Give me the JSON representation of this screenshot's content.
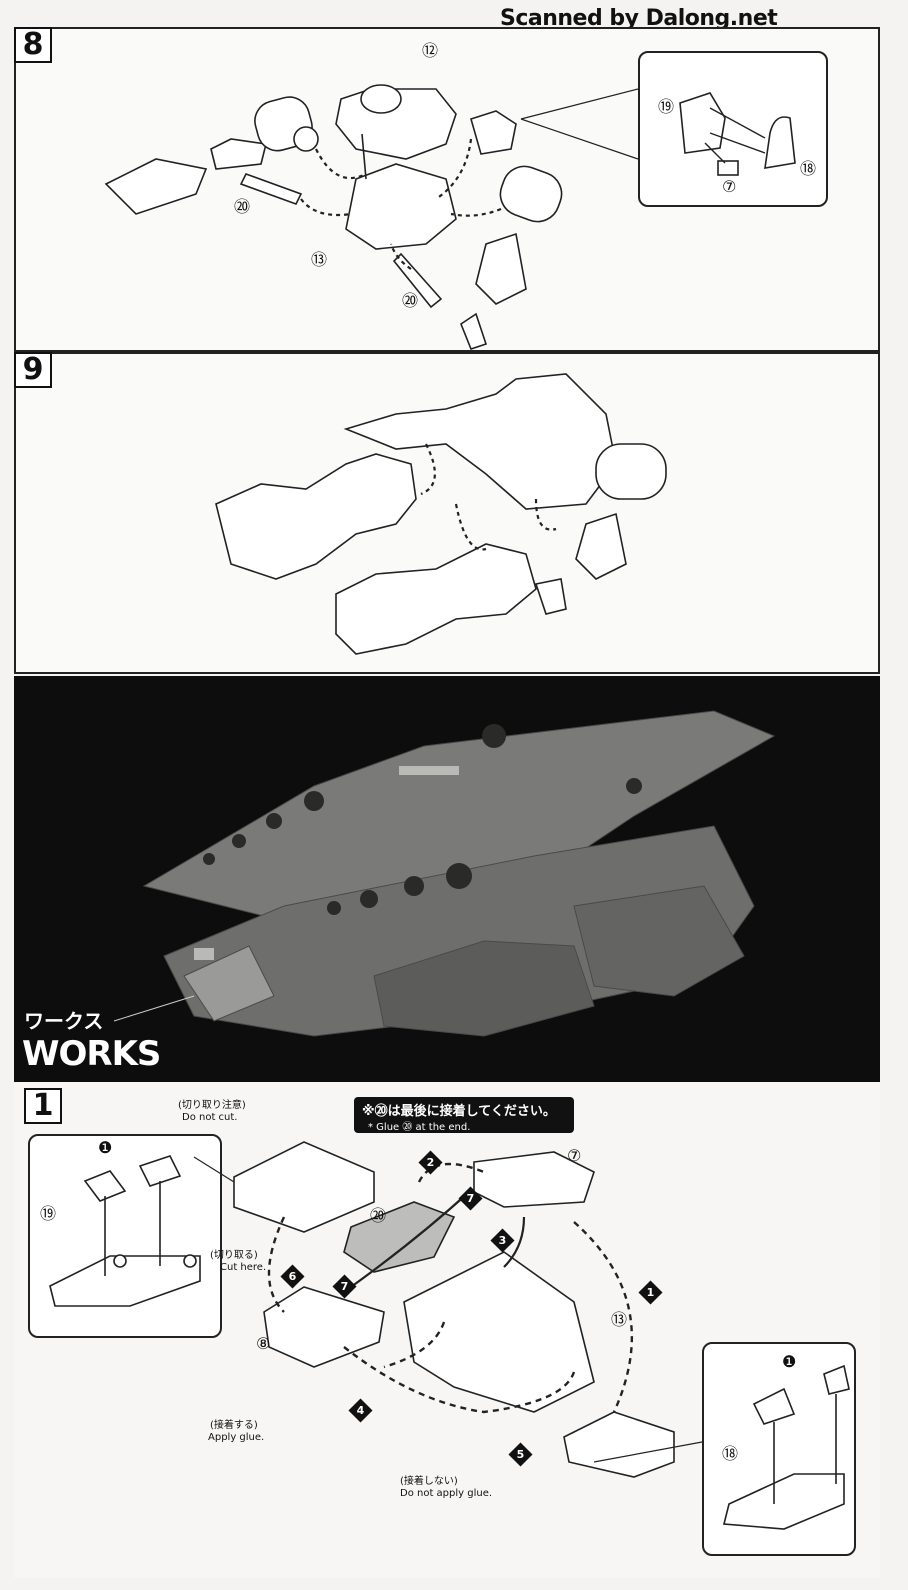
{
  "watermark": "Scanned by Dalong.net",
  "step8": {
    "number": "8",
    "labels": {
      "p12": "⑫",
      "p13": "⑬",
      "p20a": "⑳",
      "p20b": "⑳",
      "p19": "⑲",
      "p18": "⑱",
      "p7": "⑦"
    }
  },
  "step9": {
    "number": "9"
  },
  "works": {
    "title_jp": "ワークス",
    "title_en": "WORKS"
  },
  "step1": {
    "number": "1",
    "glue_note_jp": "※⑳は最後に接着してください。",
    "glue_note_en": "* Glue ⑳ at the end.",
    "do_not_cut_jp": "(切り取り注意)",
    "do_not_cut_en": "Do not cut.",
    "cut_here_jp": "(切り取る)",
    "cut_here_en": "Cut here.",
    "apply_glue_jp": "(接着する)",
    "apply_glue_en": "Apply glue.",
    "no_glue_jp": "(接着しない)",
    "no_glue_en": "Do not apply glue.",
    "parts": {
      "p1a": "❶",
      "p1b": "❶",
      "p19": "⑲",
      "p18": "⑱",
      "p7": "⑦",
      "p8": "⑧",
      "p13": "⑬",
      "p20": "⑳"
    },
    "order": [
      "1",
      "2",
      "3",
      "4",
      "5",
      "6",
      "7",
      "7"
    ]
  },
  "colors": {
    "ink": "#111111",
    "paper": "#fafaf8",
    "photo_bg": "#0d0d0d"
  }
}
